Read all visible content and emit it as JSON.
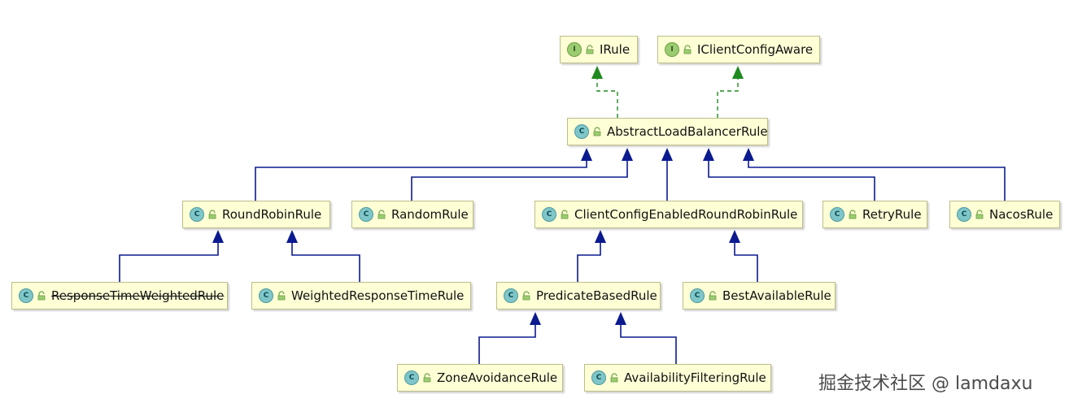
{
  "nodes": {
    "irule": {
      "kind": "I",
      "name": "IRule"
    },
    "iclientconfigaware": {
      "kind": "I",
      "name": "IClientConfigAware"
    },
    "abstractloadbalancerrule": {
      "kind": "C",
      "name": "AbstractLoadBalancerRule"
    },
    "roundrobinrule": {
      "kind": "C",
      "name": "RoundRobinRule"
    },
    "randomrule": {
      "kind": "C",
      "name": "RandomRule"
    },
    "clientconfigenabledroundrobinrule": {
      "kind": "C",
      "name": "ClientConfigEnabledRoundRobinRule"
    },
    "retryrule": {
      "kind": "C",
      "name": "RetryRule"
    },
    "nacosrule": {
      "kind": "C",
      "name": "NacosRule"
    },
    "responsetimeweightedrule": {
      "kind": "C",
      "name": "ResponseTimeWeightedRule",
      "deprecated": true
    },
    "weightedresponsetimerule": {
      "kind": "C",
      "name": "WeightedResponseTimeRule"
    },
    "predicatebasedrule": {
      "kind": "C",
      "name": "PredicateBasedRule"
    },
    "bestavailablerule": {
      "kind": "C",
      "name": "BestAvailableRule"
    },
    "zoneavoidancerule": {
      "kind": "C",
      "name": "ZoneAvoidanceRule"
    },
    "availabilityfilteringrule": {
      "kind": "C",
      "name": "AvailabilityFilteringRule"
    }
  },
  "edges": [
    {
      "from": "abstractloadbalancerrule",
      "to": "irule",
      "type": "implements"
    },
    {
      "from": "abstractloadbalancerrule",
      "to": "iclientconfigaware",
      "type": "implements"
    },
    {
      "from": "roundrobinrule",
      "to": "abstractloadbalancerrule",
      "type": "extends"
    },
    {
      "from": "randomrule",
      "to": "abstractloadbalancerrule",
      "type": "extends"
    },
    {
      "from": "clientconfigenabledroundrobinrule",
      "to": "abstractloadbalancerrule",
      "type": "extends"
    },
    {
      "from": "retryrule",
      "to": "abstractloadbalancerrule",
      "type": "extends"
    },
    {
      "from": "nacosrule",
      "to": "abstractloadbalancerrule",
      "type": "extends"
    },
    {
      "from": "responsetimeweightedrule",
      "to": "roundrobinrule",
      "type": "extends"
    },
    {
      "from": "weightedresponsetimerule",
      "to": "roundrobinrule",
      "type": "extends"
    },
    {
      "from": "predicatebasedrule",
      "to": "clientconfigenabledroundrobinrule",
      "type": "extends"
    },
    {
      "from": "bestavailablerule",
      "to": "clientconfigenabledroundrobinrule",
      "type": "extends"
    },
    {
      "from": "zoneavoidancerule",
      "to": "predicatebasedrule",
      "type": "extends"
    },
    {
      "from": "availabilityfilteringrule",
      "to": "predicatebasedrule",
      "type": "extends"
    }
  ],
  "watermark": "掘金技术社区 @ lamdaxu",
  "colors": {
    "node_fill": "#ffffd6",
    "extends_line": "#0b1a8f",
    "implements_line": "#1f8a1f"
  }
}
